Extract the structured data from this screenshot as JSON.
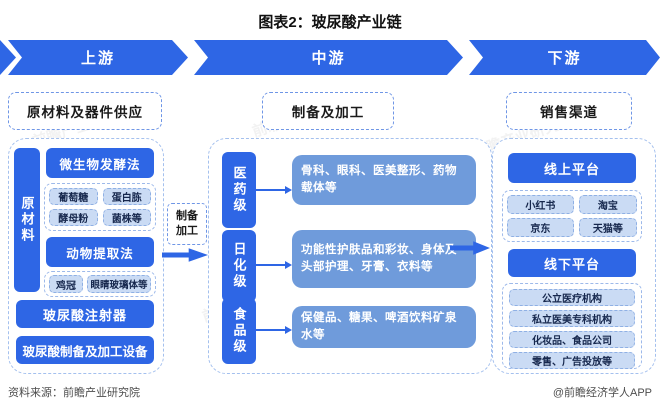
{
  "title": "图表2：玻尿酸产业链",
  "ribbon": {
    "upstream": "上游",
    "midstream": "中游",
    "downstream": "下游"
  },
  "upstream": {
    "header": "原材料及器件供应",
    "raw_material_label": "原材料",
    "fermentation": {
      "title": "微生物发酵法",
      "chips": [
        "葡萄糖",
        "蛋白胨",
        "酵母粉",
        "菌株等"
      ]
    },
    "animal": {
      "title": "动物提取法",
      "chips": [
        "鸡冠",
        "眼睛玻璃体等"
      ]
    },
    "injector": "玻尿酸注射器",
    "equipment": "玻尿酸制备及加工设备"
  },
  "midstream": {
    "header": "制备及加工",
    "process_label_line1": "制备",
    "process_label_line2": "加工",
    "rows": [
      {
        "grade": "医药级",
        "desc": "骨科、眼科、医美整形、药物载体等"
      },
      {
        "grade": "日化级",
        "desc": "功能性护肤品和彩妆、身体及头部护理、牙膏、衣料等"
      },
      {
        "grade": "食品级",
        "desc": "保健品、糖果、啤酒饮料矿泉水等"
      }
    ]
  },
  "downstream": {
    "header": "销售渠道",
    "online": {
      "title": "线上平台",
      "chips": [
        "小红书",
        "淘宝",
        "京东",
        "天猫等"
      ]
    },
    "offline": {
      "title": "线下平台",
      "chips": [
        "公立医疗机构",
        "私立医美专科机构",
        "化妆品、食品公司",
        "零售、广告投放等"
      ]
    }
  },
  "footer": {
    "source": "资料来源：前瞻产业研究院",
    "brand": "@前瞻经济学人APP"
  },
  "watermark": "前瞻产业研究院",
  "colors": {
    "primary": "#2e66e5",
    "secondary": "#6f9bdb",
    "chip": "#cadbf4"
  }
}
